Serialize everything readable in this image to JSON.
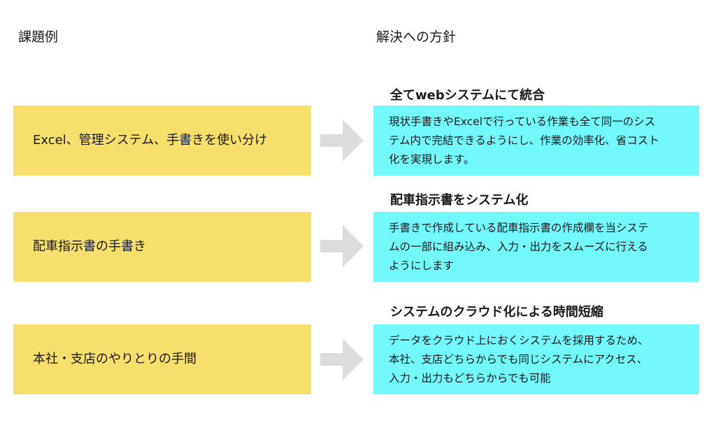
{
  "headers": {
    "problems": "課題例",
    "solutions": "解決への方針"
  },
  "rows": [
    {
      "problem": "Excel、管理システム、手書きを使い分け",
      "solution_title": "全てwebシステムにて統合",
      "solution_lines": [
        "現状手書きやExcelで行っている作業も全て同一のシス",
        "テム内で完結できるようにし、作業の効率化、省コスト",
        "化を実現します。"
      ]
    },
    {
      "problem": "配車指示書の手書き",
      "solution_title": "配車指示書をシステム化",
      "solution_lines": [
        "手書きで作成している配車指示書の作成欄を当システ",
        "ムの一部に組み込み、入力・出力をスムーズに行える",
        "ようにします"
      ]
    },
    {
      "problem": "本社・支店のやりとりの手間",
      "solution_title": "システムのクラウド化による時間短縮",
      "solution_lines": [
        "データをクラウド上におくシステムを採用するため、",
        "本社、支店どちらからでも同じシステムにアクセス、",
        "入力・出力もどちらからでも可能"
      ]
    }
  ],
  "colors": {
    "problem_fill": "#f7df6e",
    "solution_fill": "#73f8fc",
    "arrow_fill": "#dcdcdc"
  }
}
